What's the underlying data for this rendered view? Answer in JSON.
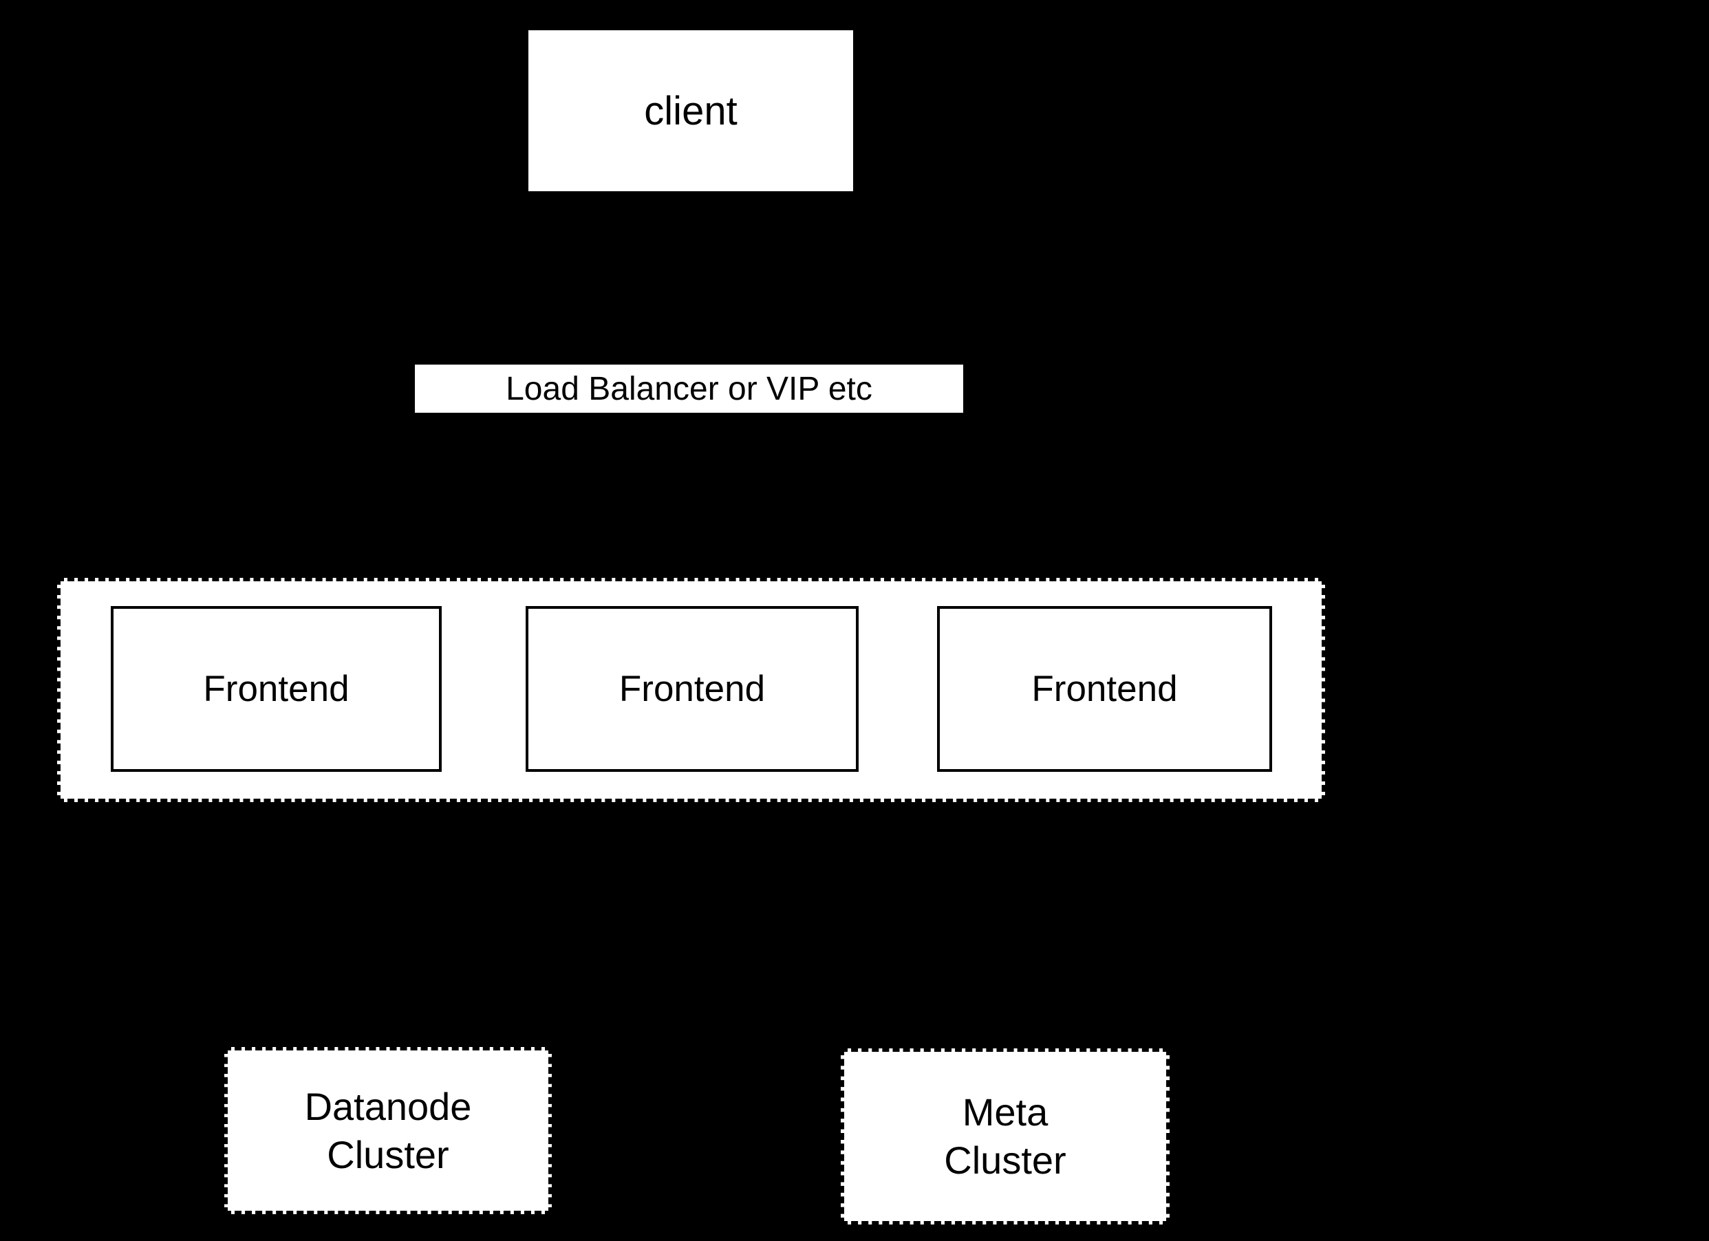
{
  "diagram": {
    "background_color": "#000000",
    "node_fill_color": "#ffffff",
    "line_color": "#000000",
    "text_color": "#000000",
    "client": {
      "label": "client"
    },
    "load_balancer": {
      "label": "Load Balancer or VIP etc"
    },
    "frontend_group": {
      "border_style": "dashed",
      "nodes": [
        {
          "label": "Frontend"
        },
        {
          "label": "Frontend"
        },
        {
          "label": "Frontend"
        }
      ]
    },
    "clusters": [
      {
        "label": "Datanode\nCluster"
      },
      {
        "label": "Meta\nCluster"
      }
    ]
  }
}
